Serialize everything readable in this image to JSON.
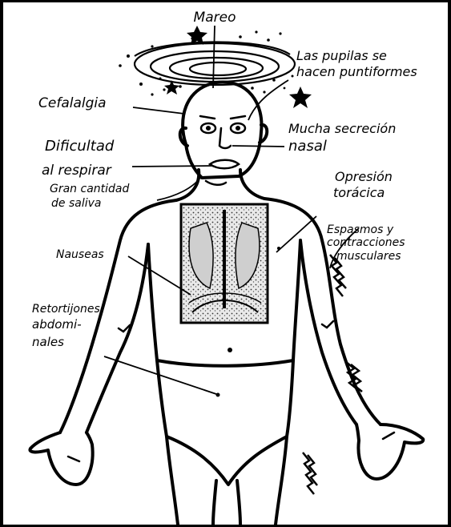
{
  "labels": {
    "mareo": "Mareo",
    "pupilas_1": "Las pupilas se",
    "pupilas_2": "hacen puntiformes",
    "cefalalgia": "Cefalalgia",
    "secrecion_1": "Mucha secreción",
    "secrecion_2": "nasal",
    "dificultad_1": "Dificultad",
    "dificultad_2": "al respirar",
    "saliva_1": "Gran cantidad",
    "saliva_2": "de saliva",
    "opresion_1": "Opresión",
    "opresion_2": "torácica",
    "espasmos_1": "Espasmos y",
    "espasmos_2": "contracciones",
    "espasmos_3": "musculares",
    "nauseas": "Nauseas",
    "retortijones_1": "Retortijones",
    "retortijones_2": "abdomi-",
    "retortijones_3": "nales"
  },
  "colors": {
    "ink": "#000000",
    "paper": "#ffffff"
  }
}
